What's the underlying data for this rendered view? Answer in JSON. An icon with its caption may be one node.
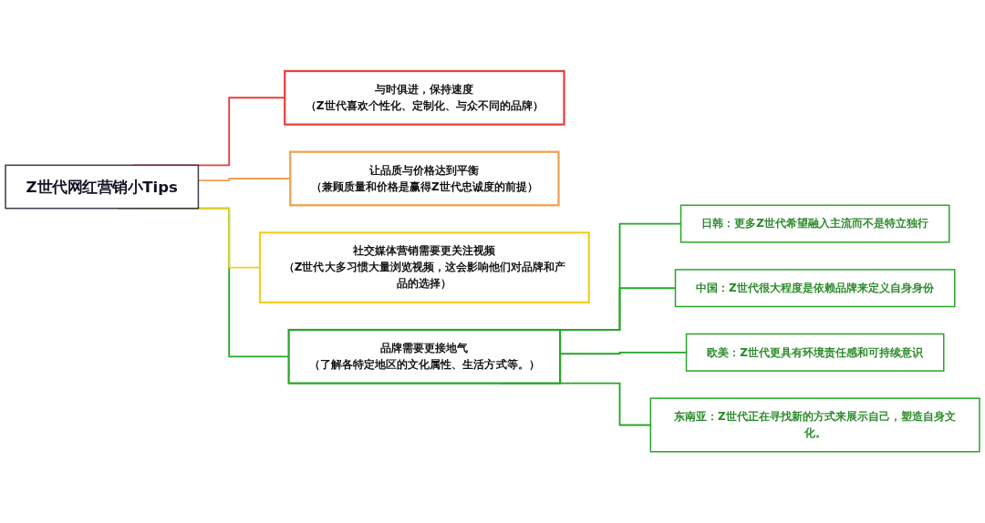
{
  "diagram": {
    "nodes": [
      {
        "text": [
          "Z世代网红营销小Tips"
        ]
      },
      {
        "text": [
          "与时俱进，保持速度",
          "（Z世代喜欢个性化、定制化、与众不同的品牌）"
        ]
      },
      {
        "text": [
          "让品质与价格达到平衡",
          "（兼顾质量和价格是赢得Z世代忠诚度的前提）"
        ]
      },
      {
        "text": [
          "社交媒体营销需要更关注视频",
          "（Z世代大多习惯大量浏览视频，这会影响他们对品牌和产品的选择）"
        ]
      },
      {
        "text": [
          "品牌需要更接地气",
          "（了解各特定地区的文化属性、生活方式等。）"
        ]
      },
      {
        "text": [
          "日韩：更多Z世代希望融入主流而不是特立独行"
        ]
      },
      {
        "text": [
          "中国：Z世代很大程度是依赖品牌来定义自身身份"
        ]
      },
      {
        "text": [
          "欧美：Z世代更具有环境责任感和可持续意识"
        ]
      },
      {
        "text": [
          "东南亚：Z世代正在寻找新的方式来展示自己，塑造自身文化。"
        ]
      }
    ],
    "edges": [
      {
        "from": 0,
        "to": 1,
        "arrow": "none",
        "color": "#e8413c"
      },
      {
        "from": 0,
        "to": 2,
        "arrow": "none",
        "color": "#f0a050"
      },
      {
        "from": 0,
        "to": 3,
        "arrow": "none",
        "color": "#f0d020"
      },
      {
        "from": 0,
        "to": 4,
        "arrow": "none"
      },
      {
        "from": 4,
        "to": 5,
        "arrow": "none"
      },
      {
        "from": 4,
        "to": 6,
        "arrow": "none"
      },
      {
        "from": 4,
        "to": 7,
        "arrow": "none"
      },
      {
        "from": 4,
        "to": 8,
        "arrow": "none"
      }
    ]
  }
}
